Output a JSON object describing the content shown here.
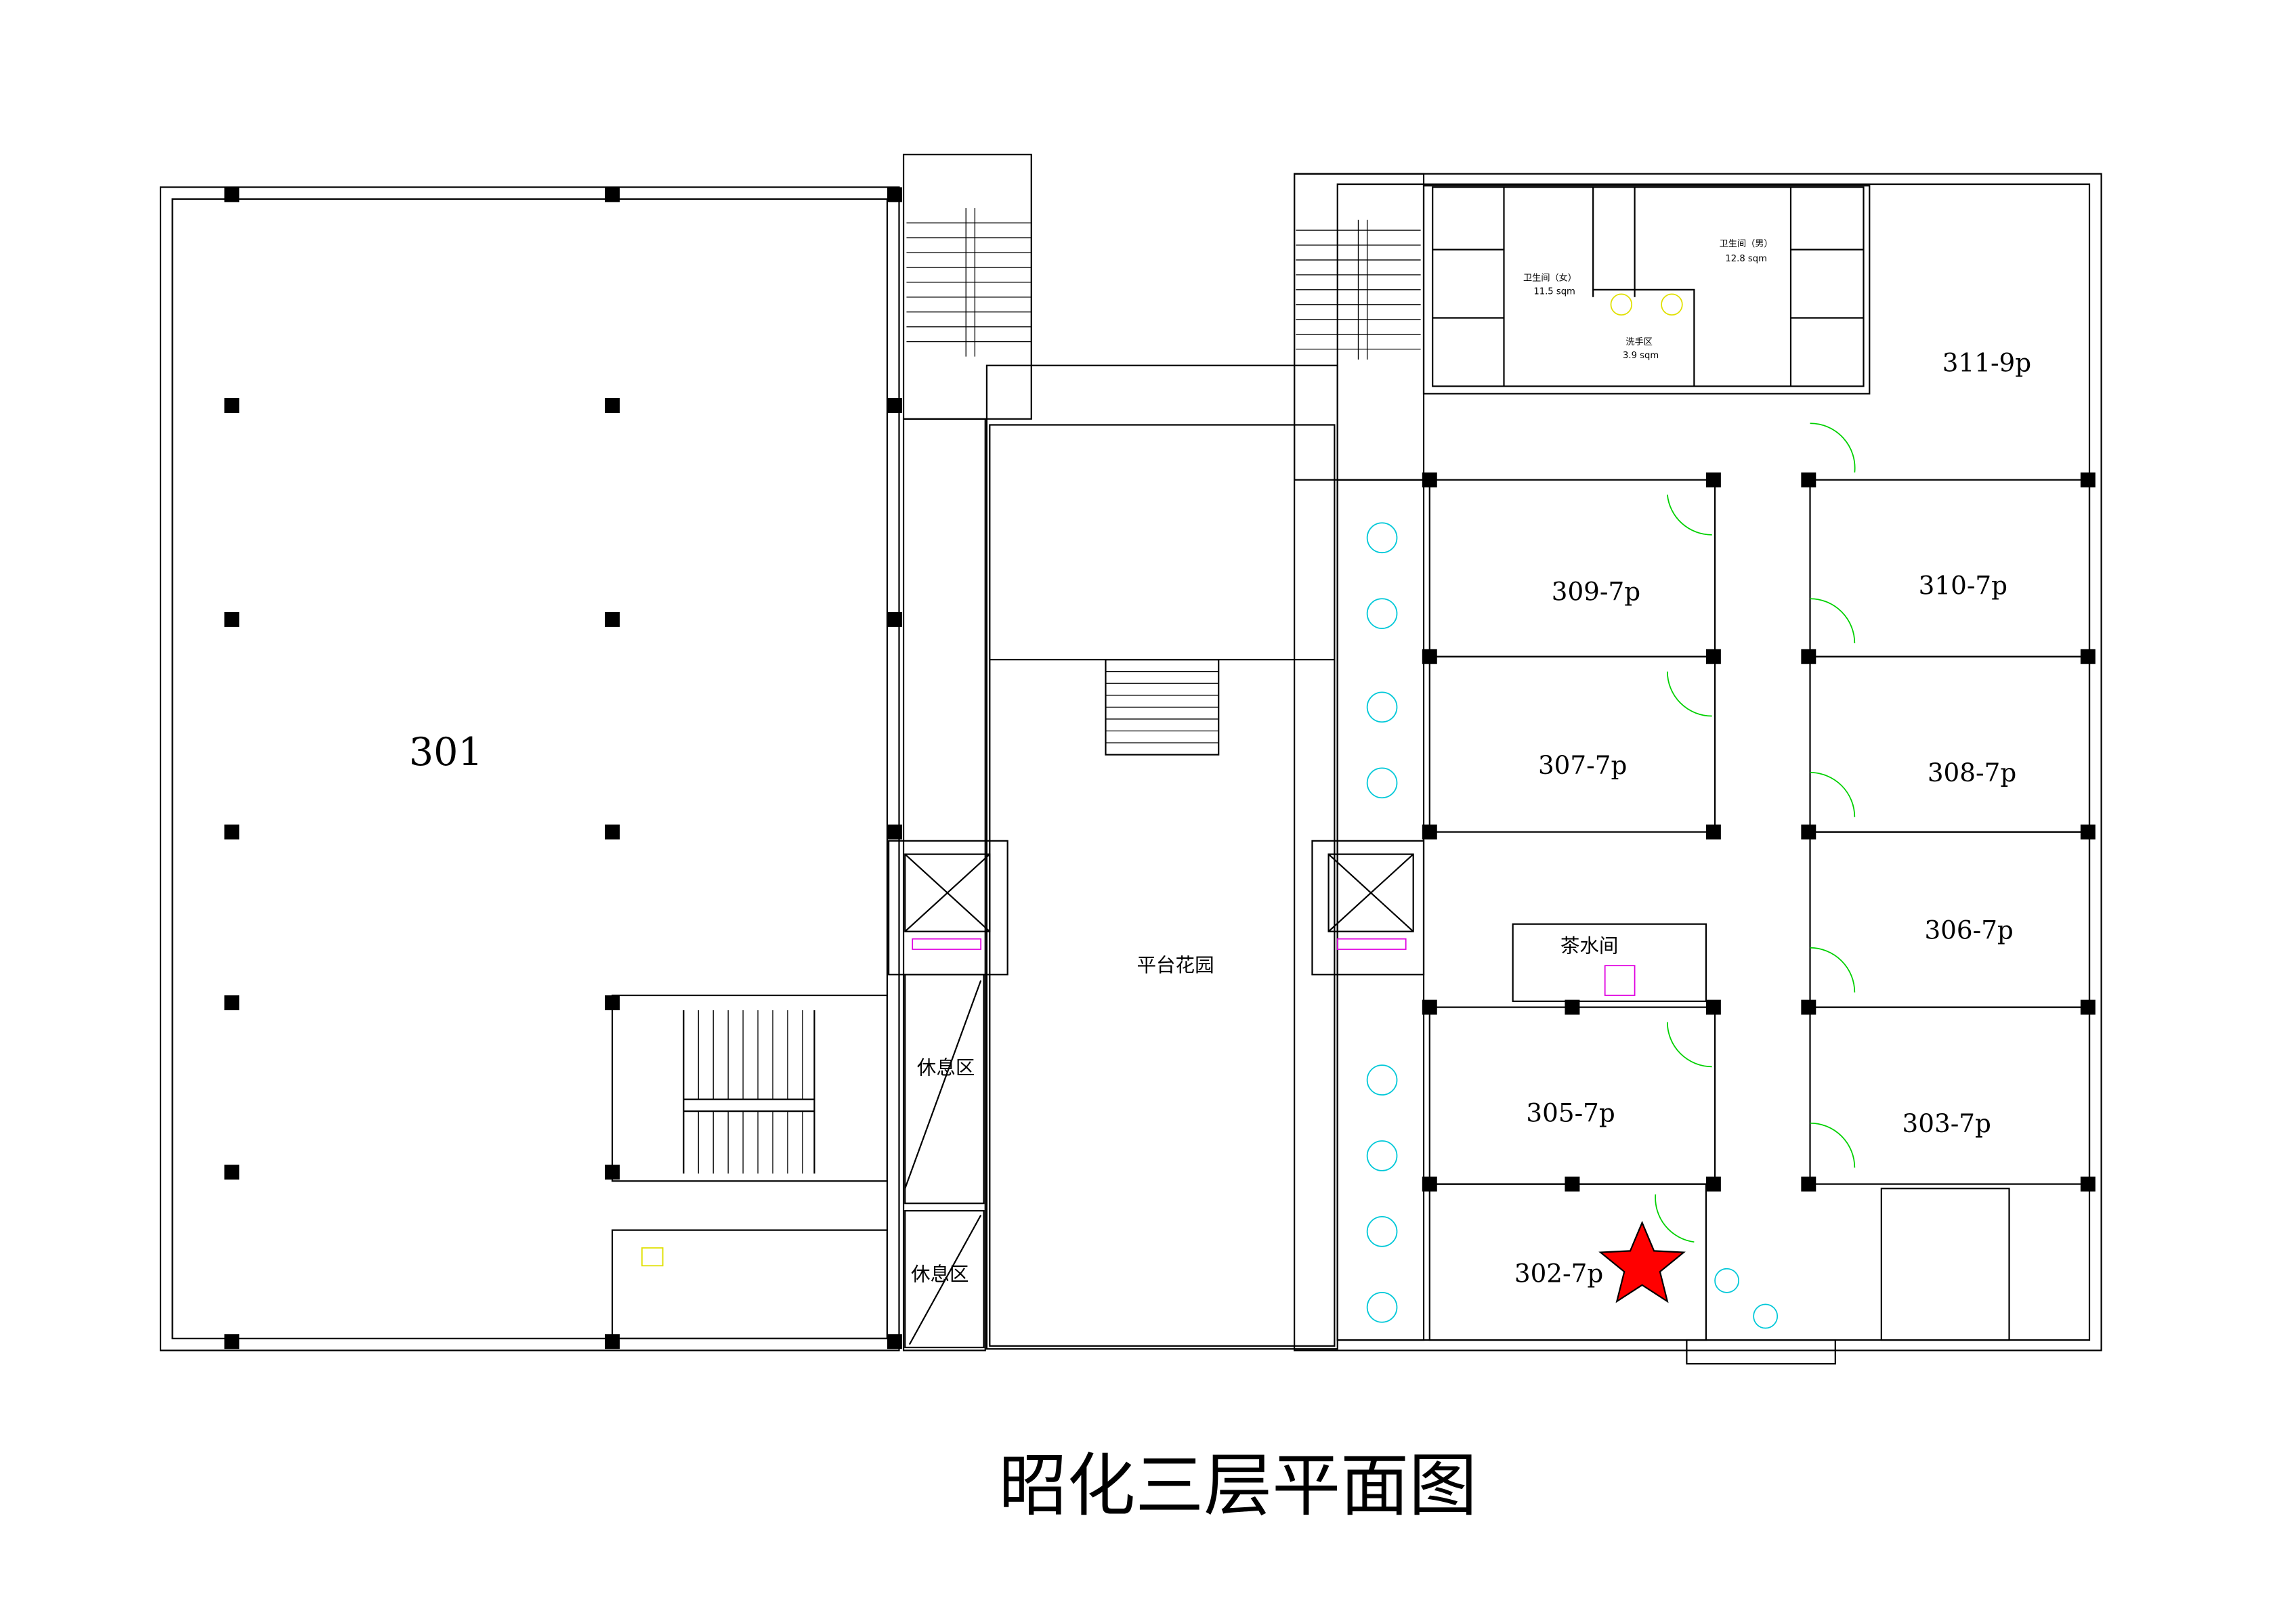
{
  "title": "昭化三层平面图",
  "rooms": {
    "r301": "301",
    "r302": "302-7p",
    "r303": "303-7p",
    "r305": "305-7p",
    "r306": "306-7p",
    "r307": "307-7p",
    "r308": "308-7p",
    "r309": "309-7p",
    "r310": "310-7p",
    "r311": "311-9p"
  },
  "areas": {
    "garden": "平台花园",
    "rest1": "休息区",
    "rest2": "休息区",
    "tea": "茶水间",
    "wc_female": "卫生间（女）",
    "wc_female_area": "11.5 sqm",
    "wc_male": "卫生间（男）",
    "wc_male_area": "12.8 sqm",
    "wash": "洗手区",
    "wash_area": "3.9 sqm"
  },
  "marker": {
    "icon": "star-icon",
    "color": "#ff0000",
    "room": "302-7p"
  },
  "colors": {
    "walls": "#000000",
    "doors": "#00d000",
    "furniture": "#00c8d8",
    "elevator": "#e000e0"
  }
}
